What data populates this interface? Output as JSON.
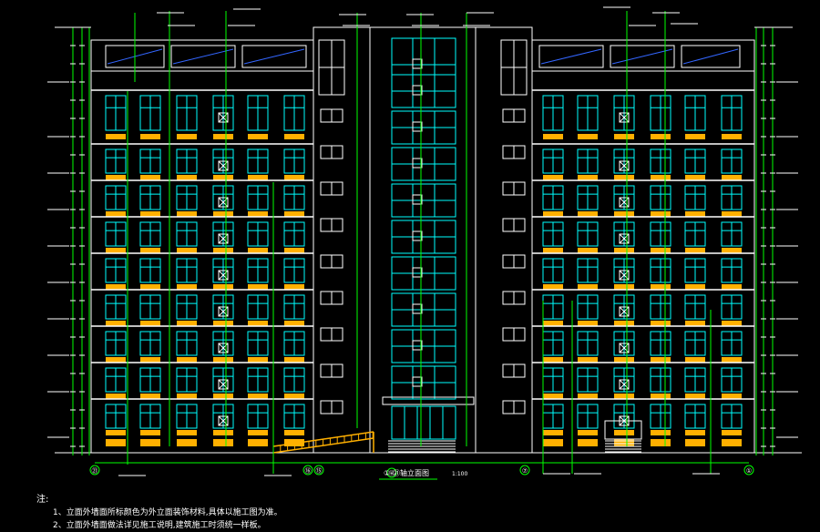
{
  "drawing": {
    "title": "①-㉑轴立面图",
    "scale": "1:100",
    "left_axis": "㉑",
    "right_axis": "①",
    "mid_axes": [
      "⑯",
      "⑮",
      "⑪",
      "⑦"
    ]
  },
  "notes": {
    "heading": "注:",
    "items": [
      "1、立面外墙面所标颜色为外立面装饰材料,具体以施工图为准。",
      "2、立面外墙面做法详见施工说明,建筑施工时须统一样板。"
    ]
  },
  "colors": {
    "outline": "#ffffff",
    "glass": "#00ffff",
    "leader": "#00ff00",
    "accent": "#ffb000",
    "roof": "#3366ff"
  }
}
